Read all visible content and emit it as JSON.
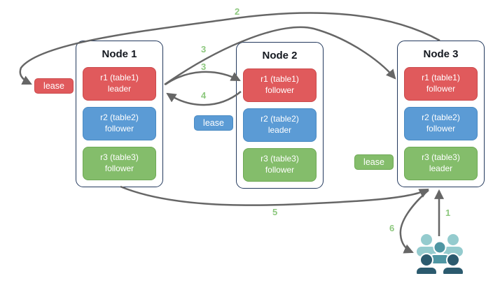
{
  "diagram": {
    "nodes": [
      {
        "title": "Node 1",
        "replicas": [
          {
            "name": "r1 (table1)",
            "role": "leader"
          },
          {
            "name": "r2 (table2)",
            "role": "follower"
          },
          {
            "name": "r3 (table3)",
            "role": "follower"
          }
        ]
      },
      {
        "title": "Node 2",
        "replicas": [
          {
            "name": "r1 (table1)",
            "role": "follower"
          },
          {
            "name": "r2 (table2)",
            "role": "leader"
          },
          {
            "name": "r3 (table3)",
            "role": "follower"
          }
        ]
      },
      {
        "title": "Node 3",
        "replicas": [
          {
            "name": "r1 (table1)",
            "role": "follower"
          },
          {
            "name": "r2 (table2)",
            "role": "follower"
          },
          {
            "name": "r3 (table3)",
            "role": "leader"
          }
        ]
      }
    ],
    "leases": {
      "red": {
        "label": "lease"
      },
      "blue": {
        "label": "lease"
      },
      "green": {
        "label": "lease"
      }
    },
    "steps": {
      "s1": "1",
      "s2": "2",
      "s3a": "3",
      "s3b": "3",
      "s4": "4",
      "s5": "5",
      "s6": "6"
    },
    "icons": {
      "users_group": "users-group-icon"
    },
    "colors": {
      "red_fill": "#e05a5c",
      "red_border": "#ca4a4c",
      "blue_fill": "#5b9bd5",
      "blue_border": "#4a8ac2",
      "green_fill": "#84bd6b",
      "green_border": "#6ea955",
      "node_border": "#23395d",
      "arrow": "#666666",
      "step_label": "#8dc87e",
      "people_back": "#94cbce",
      "people_mid": "#4f96a3",
      "people_front": "#2b5a6e"
    }
  }
}
